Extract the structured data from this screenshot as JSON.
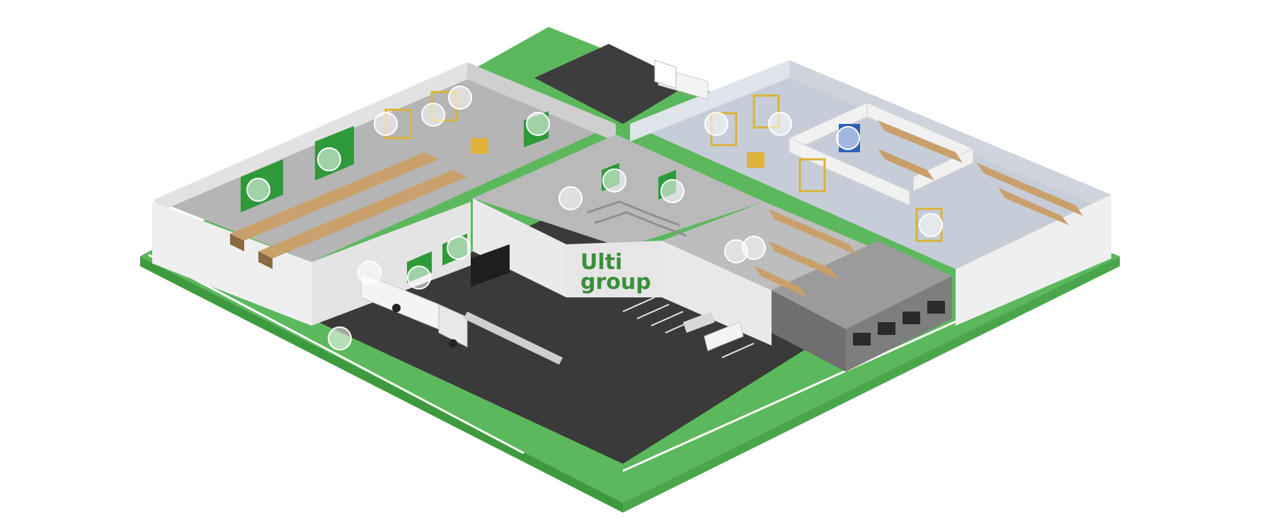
{
  "brand": {
    "line1": "Ulti",
    "line2": "group",
    "color": "#3a8f3a"
  },
  "colors": {
    "grass": "#5cb85c",
    "grass_dark": "#3e9a3e",
    "asphalt": "#3a3a3a",
    "wall": "#ececec",
    "wall_shade": "#d7d7d7",
    "floor": "#b9b9b9",
    "cold_floor": "#c9d0dc",
    "door_green": "#2f9a3a",
    "door_yellow": "#d9b23a",
    "door_blue": "#2f5fb8",
    "hotspot": "#ffffff"
  },
  "hotspots": [
    {
      "id": "door-top-left-1",
      "icon": "hotspot-marker"
    },
    {
      "id": "door-top-left-2",
      "icon": "hotspot-marker"
    },
    {
      "id": "door-top-left-3",
      "icon": "hotspot-marker"
    },
    {
      "id": "door-top-left-4",
      "icon": "hotspot-marker"
    },
    {
      "id": "door-left-green-1",
      "icon": "hotspot-marker"
    },
    {
      "id": "door-left-green-2",
      "icon": "hotspot-marker"
    },
    {
      "id": "door-center-1",
      "icon": "hotspot-marker"
    },
    {
      "id": "door-center-2",
      "icon": "hotspot-marker"
    },
    {
      "id": "door-center-3",
      "icon": "hotspot-marker"
    },
    {
      "id": "door-cold-1",
      "icon": "hotspot-marker"
    },
    {
      "id": "door-cold-blue",
      "icon": "hotspot-marker"
    },
    {
      "id": "door-cold-2",
      "icon": "hotspot-marker"
    },
    {
      "id": "door-cold-3",
      "icon": "hotspot-marker"
    },
    {
      "id": "door-mid-right-1",
      "icon": "hotspot-marker"
    },
    {
      "id": "door-mid-right-2",
      "icon": "hotspot-marker"
    },
    {
      "id": "dock-1",
      "icon": "hotspot-marker"
    },
    {
      "id": "dock-2",
      "icon": "hotspot-marker"
    },
    {
      "id": "dock-3",
      "icon": "hotspot-marker"
    },
    {
      "id": "dock-leveler",
      "icon": "hotspot-marker"
    }
  ]
}
